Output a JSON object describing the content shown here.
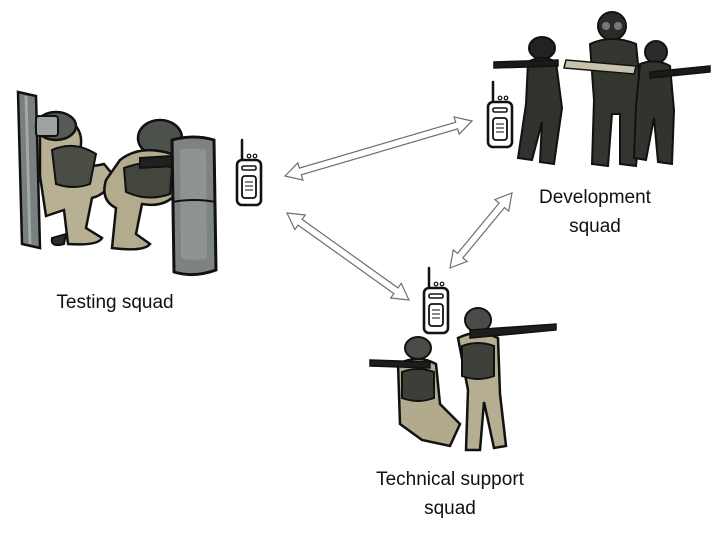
{
  "labels": {
    "testing": "Testing squad",
    "development_line1": "Development",
    "development_line2": "squad",
    "technical_line1": "Technical support",
    "technical_line2": "squad"
  },
  "colors": {
    "arrow_stroke": "#6e6e6e",
    "arrow_fill": "#ffffff",
    "uniform": "#3a3d36",
    "uniform_tan": "#b5ad92",
    "shield": "#7d8383",
    "gear_dark": "#1f2120",
    "outline": "#111111"
  },
  "icons": [
    "radio-icon",
    "soldier-group-image",
    "riot-shield-image"
  ]
}
